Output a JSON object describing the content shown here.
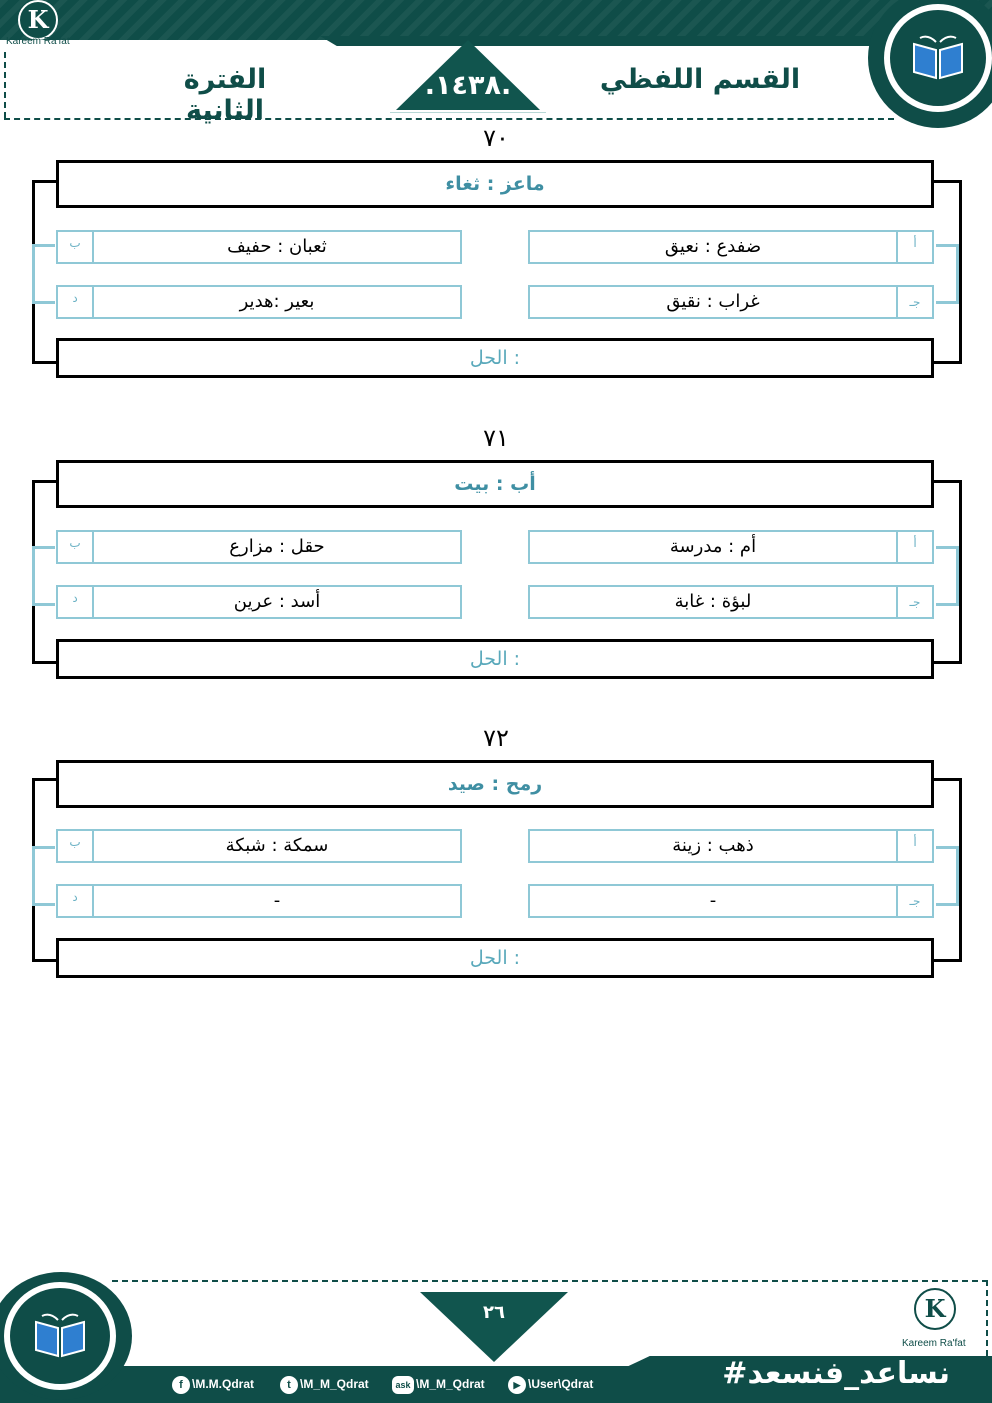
{
  "header": {
    "brand": "Kareem Ra'fat",
    "section_title": "القسم اللفظي",
    "year": ".١٤٣٨.",
    "period_title": "الفترة الثانية"
  },
  "questions": [
    {
      "number": "٧٠",
      "stem": "ماعز : ثغاء",
      "options": [
        {
          "letter": "أ",
          "text": "ضفدع : نعيق"
        },
        {
          "letter": "ب",
          "text": "ثعبان : حفيف"
        },
        {
          "letter": "جـ",
          "text": "غراب : نقيق"
        },
        {
          "letter": "د",
          "text": "بعير :هدير"
        }
      ],
      "answer_label": "الحل :"
    },
    {
      "number": "٧١",
      "stem": "أب : بيت",
      "options": [
        {
          "letter": "أ",
          "text": "أم : مدرسة"
        },
        {
          "letter": "ب",
          "text": "حقل : مزارع"
        },
        {
          "letter": "جـ",
          "text": "لبؤة : غابة"
        },
        {
          "letter": "د",
          "text": "أسد : عرين"
        }
      ],
      "answer_label": "الحل :"
    },
    {
      "number": "٧٢",
      "stem": "رمح : صيد",
      "options": [
        {
          "letter": "أ",
          "text": "ذهب : زينة"
        },
        {
          "letter": "ب",
          "text": "سمكة : شبكة"
        },
        {
          "letter": "جـ",
          "text": "-"
        },
        {
          "letter": "د",
          "text": "-"
        }
      ],
      "answer_label": "الحل :"
    }
  ],
  "footer": {
    "page_number": "٢٦",
    "brand": "Kareem Ra'fat",
    "hashtag": "#نساعد_فنسعد",
    "socials": [
      {
        "icon": "facebook-icon",
        "glyph": "f",
        "handle": "\\M.M.Qdrat"
      },
      {
        "icon": "twitter-icon",
        "glyph": "t",
        "handle": "\\M_M_Qdrat"
      },
      {
        "icon": "askfm-icon",
        "glyph": "ask",
        "handle": "\\M_M_Qdrat"
      },
      {
        "icon": "youtube-icon",
        "glyph": "▶",
        "handle": "\\User\\Qdrat"
      }
    ]
  },
  "colors": {
    "brand_dark": "#0f4d48",
    "accent_blue": "#3f8fa3",
    "option_border": "#8fc8d6"
  }
}
